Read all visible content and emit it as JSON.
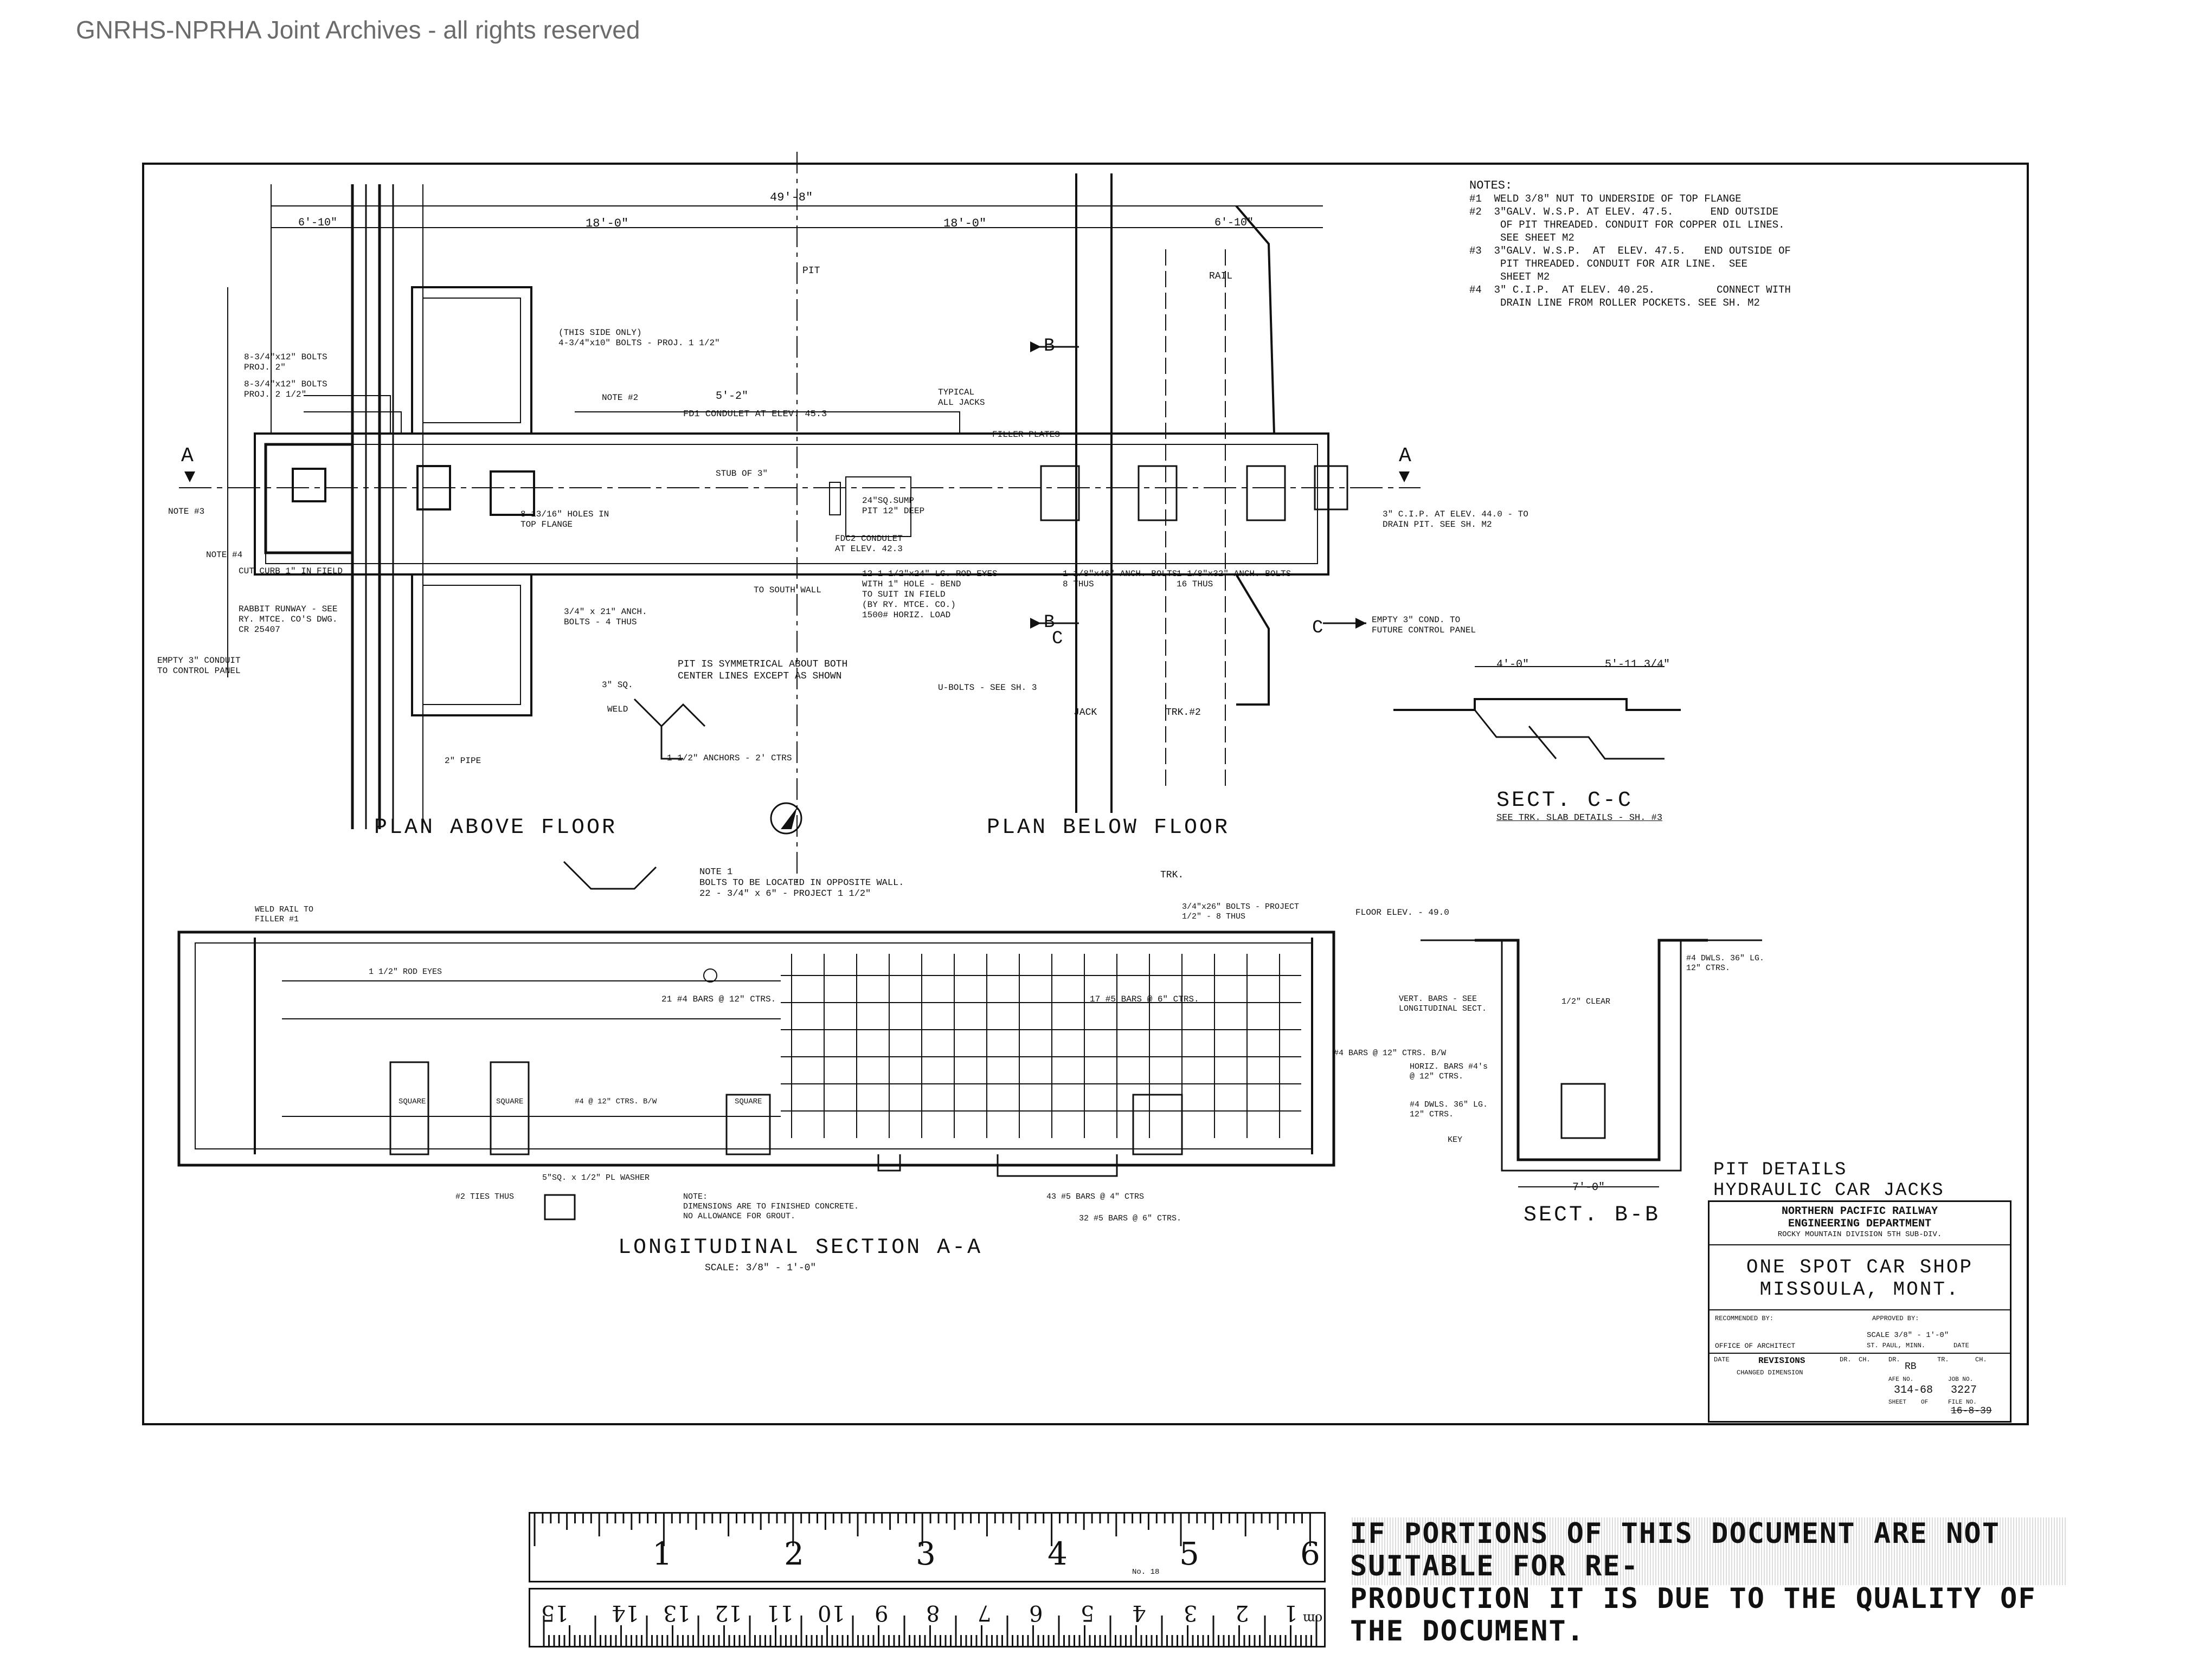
{
  "watermark": "GNRHS-NPRHA Joint Archives - all rights reserved",
  "notes": {
    "heading": "NOTES:",
    "items": [
      "#1  WELD 3/8\" NUT TO UNDERSIDE OF TOP FLANGE",
      "#2  3\"GALV. W.S.P. AT ELEV. 47.5.      END OUTSIDE\n     OF PIT THREADED. CONDUIT FOR COPPER OIL LINES.\n     SEE SHEET M2",
      "#3  3\"GALV. W.S.P.  AT  ELEV. 47.5.   END OUTSIDE OF\n     PIT THREADED. CONDUIT FOR AIR LINE.  SEE\n     SHEET M2",
      "#4  3\" C.I.P.  AT ELEV. 40.25.          CONNECT WITH\n     DRAIN LINE FROM ROLLER POCKETS. SEE SH. M2"
    ]
  },
  "views": {
    "plan_above": "PLAN ABOVE FLOOR",
    "plan_below": "PLAN BELOW FLOOR",
    "long_section": "LONGITUDINAL SECTION A-A",
    "long_scale": "SCALE: 3/8\" - 1'-0\"",
    "sect_cc": "SECT. C-C",
    "sect_cc_ref": "SEE TRK. SLAB DETAILS - SH. #3",
    "sect_bb": "SECT. B-B"
  },
  "dims": {
    "overall": "49'-8\"",
    "half_left": "18'-0\"",
    "half_right": "18'-0\"",
    "left_edge": "6'-10\"",
    "right_edge": "6'-10\"",
    "pit_cl": "PIT",
    "rail": "RAIL",
    "trk": "TRK.",
    "jack": "JACK",
    "trk2": "TRK.#2",
    "dim_52": "5'-2\"",
    "dim_40": "4'-0\"",
    "dim_511": "5'-11 3/4\"",
    "dim_70": "7'-0\""
  },
  "callouts": {
    "bolts1": "8-3/4\"x12\" BOLTS\nPROJ. 2\"",
    "bolts2": "8-3/4\"x12\" BOLTS\nPROJ. 2 1/2\"",
    "this_side": "(THIS SIDE ONLY)\n4-3/4\"x10\" BOLTS - PROJ. 1 1/2\"",
    "fd1": "FD1 CONDULET AT ELEV. 45.3",
    "typical": "TYPICAL\nALL JACKS",
    "filler": "FILLER PLATES",
    "sump": "24\"SQ.SUMP\nPIT 12\" DEEP",
    "stub": "STUB OF 3\"",
    "fdc2": "FDC2 CONDULET\nAT ELEV. 42.3",
    "south_wall": "TO SOUTH WALL",
    "rod_eyes": "12-1 1/2\"x24\" LG. ROD EYES\nWITH 1\" HOLE - BEND\nTO SUIT IN FIELD\n(BY RY. MTCE. CO.)\n1500# HORIZ. LOAD",
    "anch1": "1 1/8\"x46\" ANCH. BOLTS\n8 THUS",
    "anch2": "1 1/8\"x32\" ANCH. BOLTS\n16 THUS",
    "holes": "8-13/16\" HOLES IN\nTOP FLANGE",
    "note3": "NOTE #3",
    "note4": "NOTE #4",
    "note2": "NOTE #2",
    "cut_curb": "CUT CURB 1\" IN FIELD",
    "rabbit": "RABBIT RUNWAY - SEE\nRY. MTCE. CO'S DWG.\nCR 25407",
    "empty_left": "EMPTY 3\" CONDUIT\nTO CONTROL PANEL",
    "anch_21": "3/4\" x 21\" ANCH.\nBOLTS - 4 THUS",
    "symmetrical": "PIT IS SYMMETRICAL ABOUT BOTH\nCENTER LINES EXCEPT AS SHOWN",
    "ubolts": "U-BOLTS - SEE SH. 3",
    "cip": "3\" C.I.P. AT ELEV. 44.0 - TO\nDRAIN PIT. SEE SH. M2",
    "empty_right": "EMPTY 3\" COND. TO\nFUTURE CONTROL PANEL",
    "anchors": "1 1/2\" ANCHORS - 2' CTRS",
    "weld": "WELD",
    "note1": "NOTE 1\nBOLTS TO BE LOCATED IN OPPOSITE WALL.\n22 - 3/4\" x 6\" - PROJECT 1 1/2\"",
    "weld_rail": "WELD RAIL TO\nFILLER #1",
    "rod_eyes2": "1 1/2\" ROD EYES",
    "bars21": "21 #4 BARS @ 12\" CTRS.",
    "bars17": "17 #5 BARS @ 6\" CTRS.",
    "bolts_project": "3/4\"x26\" BOLTS - PROJECT\n1/2\" - 8 THUS",
    "floor_elev": "FLOOR ELEV. - 49.0",
    "bars_b4": "#4 BARS @ 12\" CTRS. B/W",
    "square1": "SQUARE",
    "square2": "SQUARE",
    "square3": "SQUARE",
    "washer": "5\"SQ. x 1/2\" PL WASHER",
    "ties": "#2 TIES THUS",
    "concrete_note": "NOTE:\nDIMENSIONS ARE TO FINISHED CONCRETE.\nNO ALLOWANCE FOR GROUT.",
    "bars43": "43 #5 BARS @ 4\" CTRS",
    "bars32": "32 #5 BARS @ 6\" CTRS.",
    "bars4_12": "#4 @ 12\" CTRS. B/W",
    "vert_bars": "VERT. BARS - SEE\nLONGITUDINAL SECT.",
    "horiz_bars": "HORIZ. BARS #4's\n@ 12\" CTRS.",
    "dwls1": "#4 DWLS. 36\" LG.\n12\" CTRS.",
    "dwls2": "#4 DWLS. 36\" LG.\n12\" CTRS.",
    "key": "KEY",
    "clear": "1/2\" CLEAR",
    "pipe": "2\" PIPE",
    "sq3": "3\" SQ."
  },
  "title_block": {
    "caption1": "PIT DETAILS",
    "caption2": "HYDRAULIC CAR JACKS",
    "railway": "NORTHERN PACIFIC RAILWAY",
    "dept": "ENGINEERING DEPARTMENT",
    "division": "ROCKY MOUNTAIN DIVISION   5TH SUB-DIV.",
    "project": "ONE SPOT CAR SHOP",
    "location": "MISSOULA, MONT.",
    "recommended": "RECOMMENDED BY:",
    "approved": "APPROVED BY:",
    "scale": "SCALE 3/8\" - 1'-0\"",
    "office": "OFFICE OF ARCHITECT",
    "city": "ST. PAUL, MINN.",
    "date": "DATE",
    "revisions": "REVISIONS",
    "rev_date": "DATE",
    "rev_text": "CHANGED DIMENSION",
    "dr": "DR.",
    "ch": "CH.",
    "drawn": "RB",
    "tr": "TR.",
    "afe_no": "314-68",
    "job_no": "3227",
    "sheet": "SHEET",
    "of": "OF",
    "file_no": "FILE NO.",
    "file_val": "16-8-39",
    "afe_lbl": "AFE NO.",
    "job_lbl": "JOB NO."
  },
  "ruler": {
    "label": "No. 18",
    "inches": [
      "1",
      "2",
      "3",
      "4",
      "5",
      "6"
    ],
    "cm": [
      "1",
      "2",
      "3",
      "4",
      "5",
      "6",
      "7",
      "8",
      "9",
      "10",
      "11",
      "12",
      "13",
      "14",
      "15"
    ],
    "cm_unit": "cm"
  },
  "disclaimer": {
    "line1": "IF PORTIONS OF THIS DOCUMENT ARE NOT SUITABLE FOR RE-",
    "line2": "PRODUCTION IT IS DUE TO THE QUALITY OF THE DOCUMENT."
  },
  "section_markers": {
    "a": "A",
    "b": "B",
    "c": "C"
  }
}
